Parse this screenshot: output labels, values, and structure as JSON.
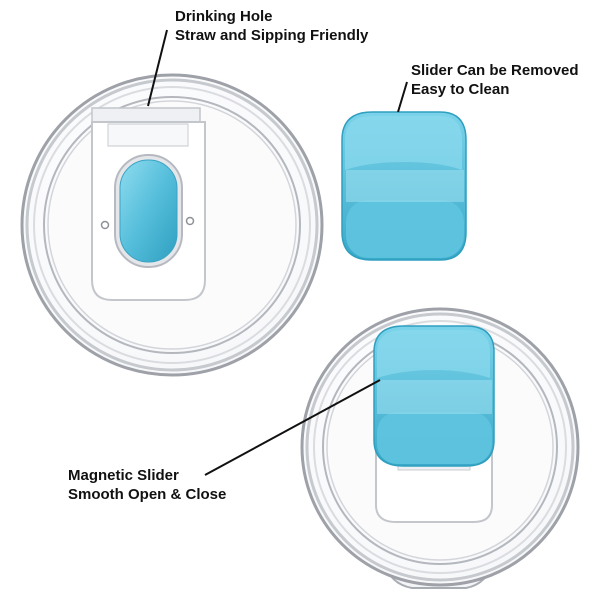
{
  "callouts": {
    "drinking_hole": {
      "line1": "Drinking Hole",
      "line2": "Straw and Sipping Friendly"
    },
    "slider_removable": {
      "line1": "Slider Can be Removed",
      "line2": "Easy to Clean"
    },
    "magnetic_slider": {
      "line1": "Magnetic Slider",
      "line2": "Smooth Open & Close"
    }
  },
  "colors": {
    "background": "#ffffff",
    "slider_blue": "#5ac3df",
    "slider_blue_dark": "#2f9fc0",
    "lid_rim": "#b9bcc2",
    "lid_rim_dark": "#8d9097",
    "text": "#111111",
    "leader_line": "#111111"
  },
  "icons": [
    "clear-lid",
    "magnetic-slider"
  ]
}
